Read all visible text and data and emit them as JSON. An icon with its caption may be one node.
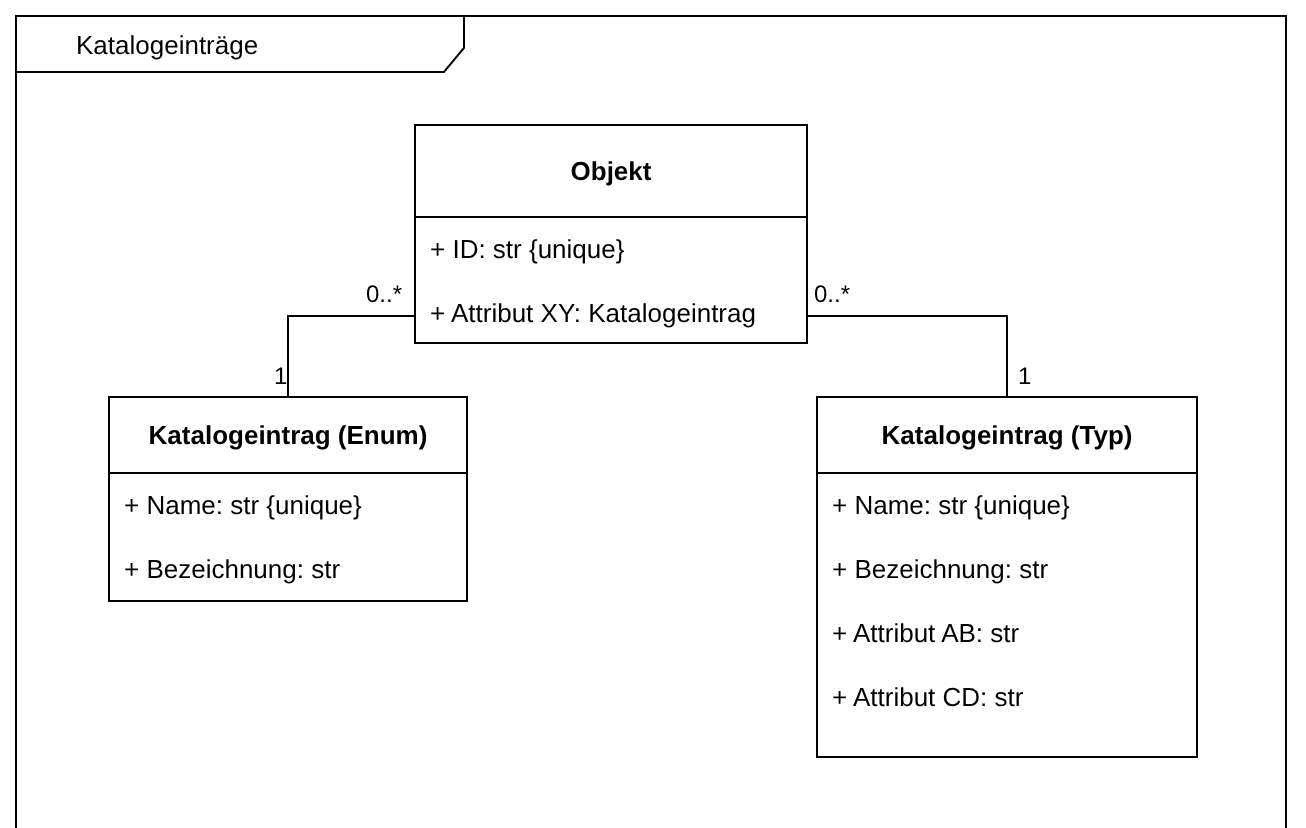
{
  "diagram": {
    "title": "Katalogeinträge",
    "nodes": [
      {
        "text": [
          "Objekt",
          "+ ID: str {unique}",
          "+ Attribut XY: Katalogeintrag"
        ]
      },
      {
        "text": [
          "Katalogeintrag (Enum)",
          "+ Name: str {unique}",
          "+ Bezeichnung: str"
        ]
      },
      {
        "text": [
          "Katalogeintrag (Typ)",
          "+ Name: str {unique}",
          "+ Bezeichnung: str",
          "+ Attribut AB: str",
          "+ Attribut CD: str"
        ]
      }
    ],
    "edges": [
      {
        "from": 0,
        "to": 1,
        "arrow": "none"
      },
      {
        "from": 0,
        "to": 2,
        "arrow": "none"
      }
    ],
    "labels": [
      "0..*",
      "1",
      "0..*",
      "1"
    ]
  }
}
